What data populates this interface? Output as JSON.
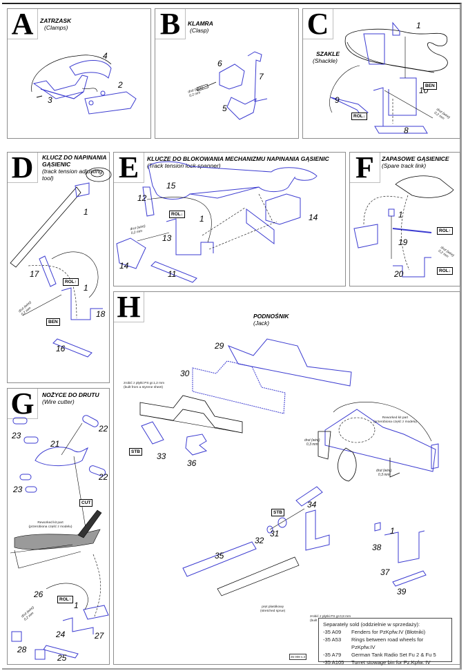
{
  "document": {
    "sheet_number": "35 008 s.3",
    "accent_color": "#3a3ad0",
    "line_color": "#000000"
  },
  "panels": {
    "A": {
      "letter": "A",
      "title": "ZATRZASK",
      "subtitle": "(Clamps)",
      "parts": [
        "4",
        "2",
        "3"
      ]
    },
    "B": {
      "letter": "B",
      "title": "KLAMRA",
      "subtitle": "(Clasp)",
      "parts": [
        "6",
        "7",
        "5"
      ],
      "wire": [
        "drut (wire)",
        "0,2 mm"
      ]
    },
    "C": {
      "letter": "C",
      "title": "SZAKLE",
      "subtitle": "(Shackle)",
      "parts": [
        "1",
        "10",
        "9",
        "8"
      ],
      "tags": [
        "BEN",
        "ROL↓"
      ],
      "wire": [
        "drut (wire)",
        "0,2 mm"
      ]
    },
    "D": {
      "letter": "D",
      "title": "KLUCZ DO NAPINANIA GĄSIENIC",
      "subtitle": "(track tension adjusting tool)",
      "parts": [
        "1",
        "17",
        "1",
        "18",
        "16"
      ],
      "tags": [
        "ROL↑",
        "BEN"
      ],
      "wire": [
        "drut (wire)",
        "0,2 mm"
      ]
    },
    "E": {
      "letter": "E",
      "title": "KLUCZE DO BLOKOWANIA MECHANIZMU NAPINANIA GĄSIENIC",
      "subtitle": "(Track tension lock spanner)",
      "parts": [
        "15",
        "12",
        "1",
        "13",
        "14",
        "14",
        "11"
      ],
      "tags": [
        "ROL↓"
      ],
      "wire": [
        "drut (wire)",
        "0,2 mm"
      ]
    },
    "F": {
      "letter": "F",
      "title": "ZAPASOWE GĄSIENICE",
      "subtitle": "(Spare track link)",
      "parts": [
        "1",
        "19",
        "20"
      ],
      "tags": [
        "ROL↑",
        "ROL↓"
      ],
      "wire": [
        "drut (wire)",
        "0,2 mm"
      ]
    },
    "G": {
      "letter": "G",
      "title": "NOŻYCE DO DRUTU",
      "subtitle": "(Wire cutter)",
      "parts": [
        "22",
        "23",
        "21",
        "23",
        "22",
        "26",
        "1",
        "24",
        "27",
        "28",
        "25"
      ],
      "tags": [
        "CUT",
        "ROL↑"
      ],
      "reworked_note": [
        "Reworked kit part",
        "(przerobiona część z modelu)"
      ],
      "wire": [
        "drut (wire)",
        "0,2 mm"
      ]
    },
    "H": {
      "letter": "H",
      "title": "PODNOŚNIK",
      "subtitle": "(Jack)",
      "parts": [
        "29",
        "30",
        "33",
        "36",
        "34",
        "31",
        "32",
        "35",
        "1",
        "38",
        "37",
        "39"
      ],
      "tags": [
        "STB",
        "STB"
      ],
      "styrene_note_1": [
        "zrobić z płytki PS gr.1,2 mm",
        "(built from a styrene sheet)"
      ],
      "styrene_note_2": [
        "zrobić z płytki PS gr.0,8 mm",
        "(built from a styrene sheet)"
      ],
      "reworked_note": [
        "Reworked kit part",
        "(przerobiona część z modelu)"
      ],
      "sprue_note": [
        "pręt plastikowy",
        "(stretched sprue)"
      ],
      "wire_1": [
        "drut (wire)",
        "0,3 mm"
      ],
      "wire_2": [
        "drut (wire)",
        "0,3 mm"
      ]
    }
  },
  "separately_sold": {
    "heading": "Separately sold (oddzielnie w sprzedaży):",
    "items": [
      {
        "code": "-35 A09",
        "desc": "Fenders for PzKpfw.IV (Błotniki)"
      },
      {
        "code": "-35 A53",
        "desc": "Rings between road wheels for PzKpfw.IV"
      },
      {
        "code": "-35 A79",
        "desc": "German Tank Radio Set Fu 2 & Fu 5"
      },
      {
        "code": "-35 A105",
        "desc": "Turret stowage bin for Pz.Kpfw. IV"
      }
    ]
  }
}
